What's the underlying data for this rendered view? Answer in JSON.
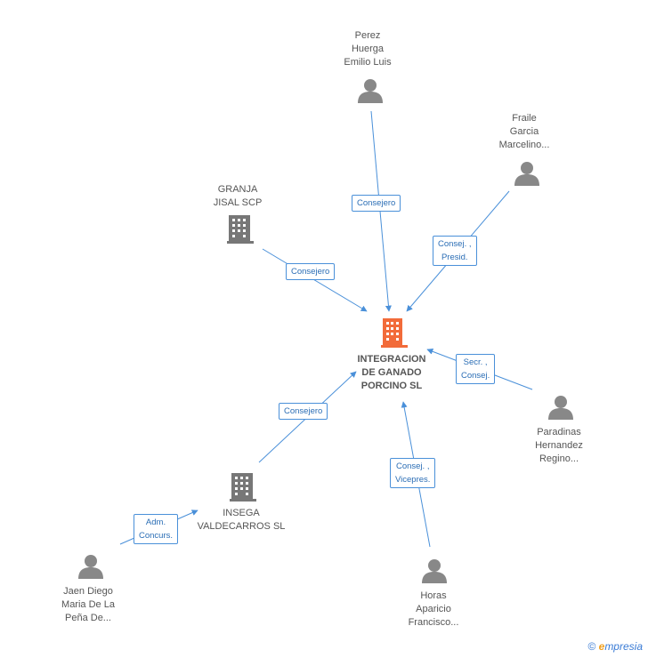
{
  "colors": {
    "edge": "#4a90d9",
    "person": "#888888",
    "company": "#777777",
    "main_company": "#f26b3a"
  },
  "nodes": {
    "main": {
      "label": "INTEGRACION\nDE GANADO\nPORCINO SL",
      "icon": "building-icon"
    },
    "perez": {
      "label": "Perez\nHuerga\nEmilio Luis",
      "icon": "person-icon"
    },
    "fraile": {
      "label": "Fraile\nGarcia\nMarcelino...",
      "icon": "person-icon"
    },
    "granja": {
      "label": "GRANJA\nJISAL SCP",
      "icon": "building-icon"
    },
    "paradinas": {
      "label": "Paradinas\nHernandez\nRegino...",
      "icon": "person-icon"
    },
    "insega": {
      "label": "INSEGA\nVALDECARROS SL",
      "icon": "building-icon"
    },
    "jaen": {
      "label": "Jaen Diego\nMaria De La\nPeña De...",
      "icon": "person-icon"
    },
    "horas": {
      "label": "Horas\nAparicio\nFrancisco...",
      "icon": "person-icon"
    }
  },
  "edges": {
    "perez": "Consejero",
    "fraile": "Consej. ,\nPresid.",
    "granja": "Consejero",
    "paradinas": "Secr. ,\nConsej.",
    "insega": "Consejero",
    "horas": "Consej. ,\nVicepres.",
    "jaen": "Adm.\nConcurs."
  },
  "copyright": {
    "symbol": "©",
    "brand_initial": "e",
    "brand_rest": "mpresia"
  }
}
